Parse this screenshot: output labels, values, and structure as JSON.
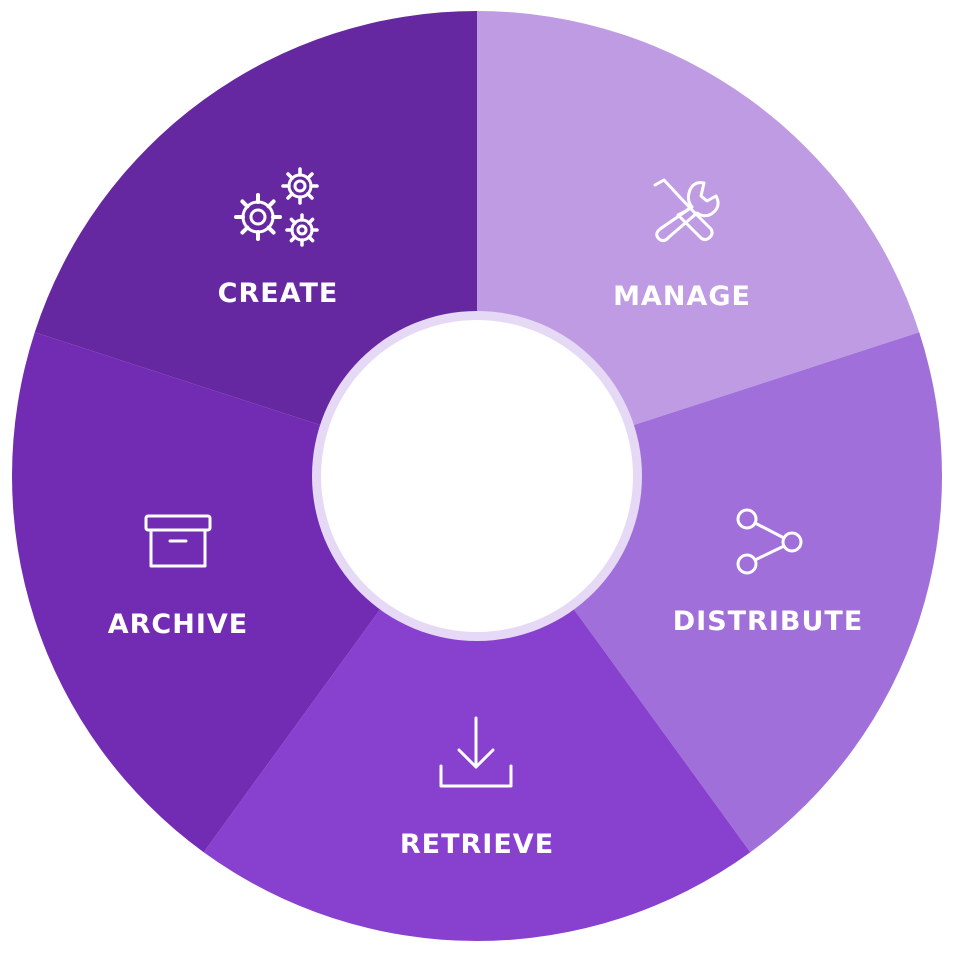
{
  "diagram": {
    "stages": [
      {
        "id": "create",
        "label": "CREATE",
        "icon": "gears-icon",
        "color": "#6628A0"
      },
      {
        "id": "manage",
        "label": "MANAGE",
        "icon": "wrench-screwdriver-icon",
        "color": "#BF9BE4"
      },
      {
        "id": "distribute",
        "label": "DISTRIBUTE",
        "icon": "share-icon",
        "color": "#A06FDA"
      },
      {
        "id": "retrieve",
        "label": "RETRIEVE",
        "icon": "download-icon",
        "color": "#8840CE"
      },
      {
        "id": "archive",
        "label": "ARCHIVE",
        "icon": "archive-box-icon",
        "color": "#722CB4"
      }
    ],
    "center_color": "#FFFFFF",
    "center_ring_color": "#E6D9F5"
  }
}
